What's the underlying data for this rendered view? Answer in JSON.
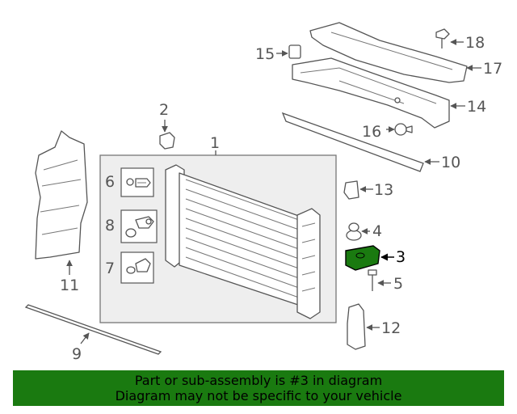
{
  "diagram": {
    "callouts": [
      "1",
      "2",
      "3",
      "4",
      "5",
      "6",
      "7",
      "8",
      "9",
      "10",
      "11",
      "12",
      "13",
      "14",
      "15",
      "16",
      "17",
      "18"
    ],
    "highlight_color": "#1a7a10"
  },
  "banner": {
    "line1": "Part or sub-assembly is #3 in diagram",
    "line2": "Diagram may not be specific to your vehicle",
    "background": "#1a7a10"
  }
}
